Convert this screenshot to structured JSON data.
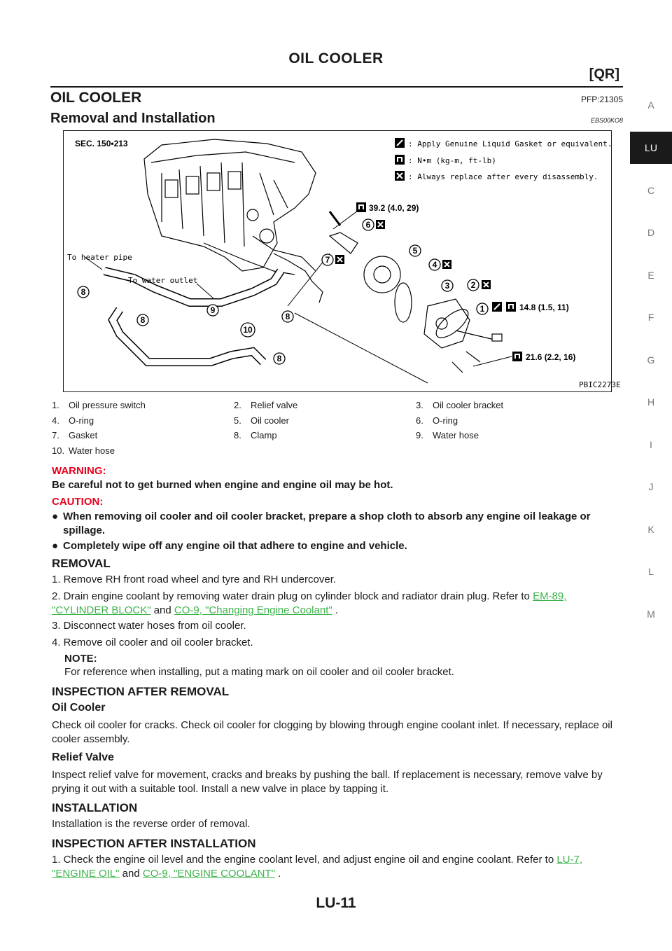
{
  "header": {
    "title": "OIL COOLER",
    "section": "[QR]"
  },
  "page": {
    "main_title": "OIL COOLER",
    "pfp": "PFP:21305",
    "sub_title": "Removal and Installation",
    "ref_code": "EBS00KO8",
    "page_number": "LU-11"
  },
  "side_tabs": [
    "A",
    "LU",
    "C",
    "D",
    "E",
    "F",
    "G",
    "H",
    "I",
    "J",
    "K",
    "L",
    "M"
  ],
  "figure": {
    "sec": "SEC. 150•213",
    "legend_liquid_gasket": ": Apply Genuine Liquid Gasket or equivalent.",
    "legend_torque": ": N•m (kg-m, ft-lb)",
    "legend_replace": ": Always replace after every disassembly.",
    "label_heater_pipe": "To heater pipe",
    "label_water_outlet": "To water outlet",
    "torque_1": "39.2 (4.0, 29)",
    "torque_2": "14.8 (1.5, 11)",
    "torque_3": "21.6 (2.2, 16)",
    "fig_code": "PBIC2273E",
    "callouts": [
      "1",
      "2",
      "3",
      "4",
      "5",
      "6",
      "7",
      "8",
      "9",
      "10"
    ]
  },
  "legend_items": [
    {
      "n": "1.",
      "label": "Oil pressure switch"
    },
    {
      "n": "2.",
      "label": "Relief valve"
    },
    {
      "n": "3.",
      "label": "Oil cooler bracket"
    },
    {
      "n": "4.",
      "label": "O-ring"
    },
    {
      "n": "5.",
      "label": "Oil cooler"
    },
    {
      "n": "6.",
      "label": "O-ring"
    },
    {
      "n": "7.",
      "label": "Gasket"
    },
    {
      "n": "8.",
      "label": "Clamp"
    },
    {
      "n": "9.",
      "label": "Water hose"
    },
    {
      "n": "10.",
      "label": "Water hose"
    }
  ],
  "warning": {
    "label": "WARNING:",
    "text": "Be careful not to get burned when engine and engine oil may be hot."
  },
  "caution": {
    "label": "CAUTION:",
    "bullets": [
      "When removing oil cooler and oil cooler bracket, prepare a shop cloth to absorb any engine oil leakage or spillage.",
      "Completely wipe off any engine oil that adhere to engine and vehicle."
    ]
  },
  "removal": {
    "heading": "REMOVAL",
    "step1": "1. Remove RH front road wheel and tyre and RH undercover.",
    "step2_text": "2. Drain engine coolant by removing water drain plug on cylinder block and radiator drain plug. Refer to ",
    "step2_link1": "EM-89, \"CYLINDER BLOCK\"",
    "step2_and": " and ",
    "step2_link2": "CO-9, \"Changing Engine Coolant\"",
    "step2_end": " .",
    "step3": "3. Disconnect water hoses from oil cooler.",
    "step4": "4. Remove oil cooler and oil cooler bracket.",
    "note_label": "NOTE:",
    "note_text": "For reference when installing, put a mating mark on oil cooler and oil cooler bracket."
  },
  "inspection_after_removal": {
    "heading": "INSPECTION AFTER REMOVAL",
    "oil_cooler_heading": "Oil Cooler",
    "oil_cooler_text": "Check oil cooler for cracks. Check oil cooler for clogging by blowing through engine coolant inlet. If necessary, replace oil cooler assembly.",
    "relief_valve_heading": "Relief Valve",
    "relief_valve_text": "Inspect relief valve for movement, cracks and breaks by pushing the ball. If replacement is necessary, remove valve by prying it out with a suitable tool. Install a new valve in place by tapping it."
  },
  "installation": {
    "heading": "INSTALLATION",
    "text": "Installation is the reverse order of removal."
  },
  "inspection_after_installation": {
    "heading": "INSPECTION AFTER INSTALLATION",
    "step1_text": "1. Check the engine oil level and the engine coolant level, and adjust engine oil and engine coolant. Refer to ",
    "step1_link1": "LU-7, \"ENGINE OIL\"",
    "step1_and": " and ",
    "step1_link2": "CO-9, \"ENGINE COOLANT\"",
    "step1_end": " ."
  },
  "colors": {
    "warning_red": "#e8001c",
    "link_green": "#3cb44b",
    "tab_active": "#1a1a1a"
  }
}
